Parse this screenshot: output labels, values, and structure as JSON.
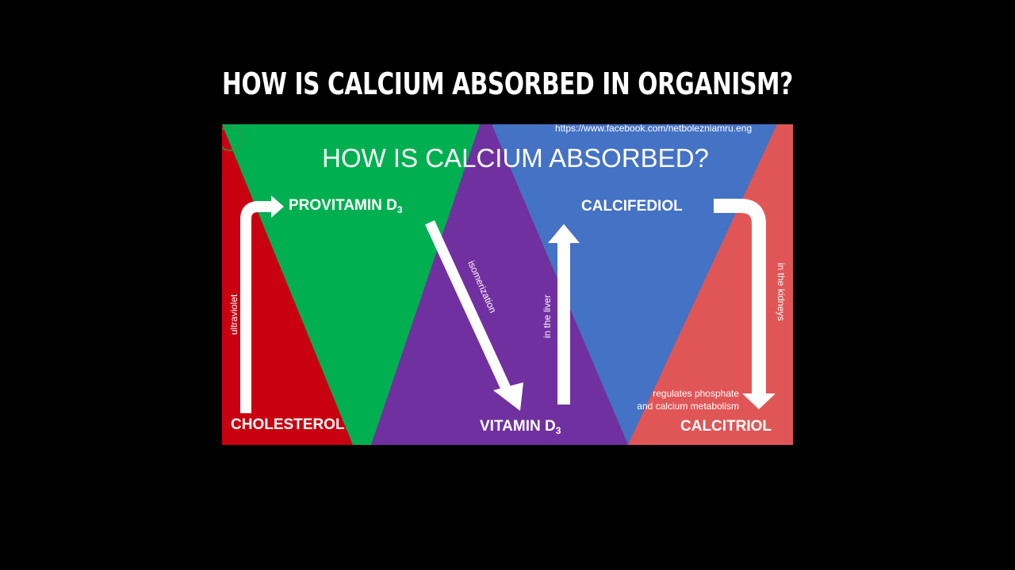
{
  "headline": "HOW IS CALCIUM ABSORBED IN ORGANISM?",
  "slide": {
    "title": "HOW IS CALCIUM ABSORBED?",
    "url": "https://www.facebook.com/netbolezniamru.eng",
    "nodes": {
      "cholesterol": "CHOLESTEROL",
      "provitamin": "PROVITAMIN D",
      "provitamin_sub": "3",
      "vitamin": "VITAMIN D",
      "vitamin_sub": "3",
      "calcifediol": "CALCIFEDIOL",
      "calcitriol": "CALCITRIOL"
    },
    "arrow_labels": {
      "ultraviolet": "ultraviolet",
      "isomerization": "isomerization",
      "liver": "in the liver",
      "kidneys": "in the kidneys"
    },
    "note_line1": "regulates phosphate",
    "note_line2": "and calcium metabolism",
    "colors": {
      "red": "#c8000f",
      "green": "#00b050",
      "purple": "#7030a0",
      "blue": "#4472c4",
      "salmon": "#e05656",
      "arrow": "#ffffff"
    }
  }
}
